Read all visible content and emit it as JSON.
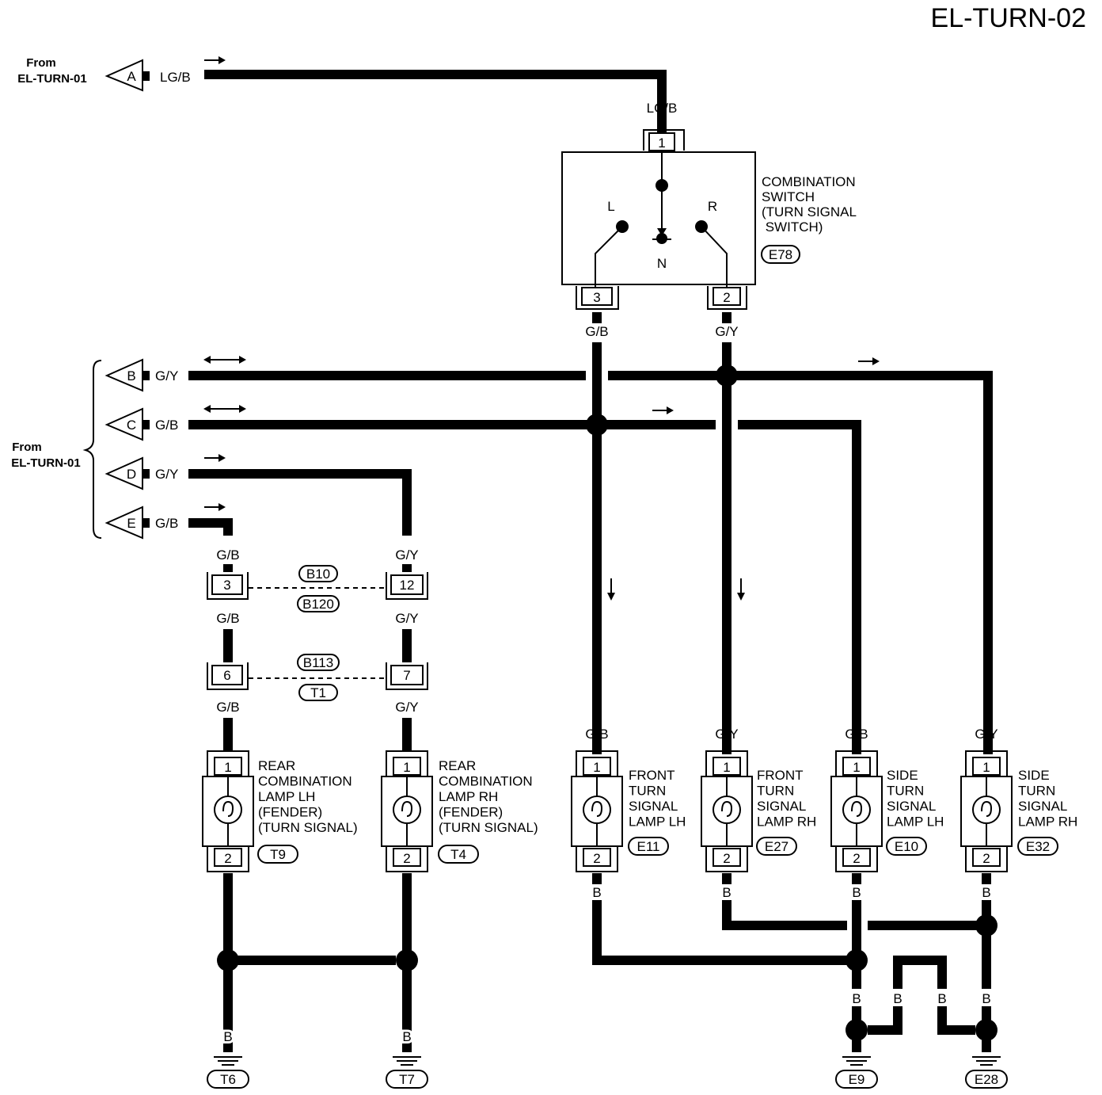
{
  "page_title": "EL-TURN-02",
  "from_label": "From",
  "from_source": "EL-TURN-01",
  "top_connector": {
    "letter": "A",
    "wire": "LG/B"
  },
  "left_connectors": [
    {
      "letter": "B",
      "wire": "G/Y"
    },
    {
      "letter": "C",
      "wire": "G/B"
    },
    {
      "letter": "D",
      "wire": "G/Y"
    },
    {
      "letter": "E",
      "wire": "G/B"
    }
  ],
  "switch": {
    "name_lines": [
      "COMBINATION",
      "SWITCH",
      "(TURN SIGNAL",
      " SWITCH)"
    ],
    "connector_id": "E78",
    "pin_in": "1",
    "pin_left": "3",
    "pin_right": "2",
    "wire_in": "LG/B",
    "wire_left": "G/B",
    "wire_right": "G/Y",
    "pos_l": "L",
    "pos_r": "R",
    "pos_n": "N"
  },
  "joints": [
    {
      "pins": [
        "3",
        "12"
      ],
      "ids": [
        "B10",
        "B120"
      ],
      "wire_above": [
        "G/B",
        "G/Y"
      ],
      "wire_below": [
        "G/B",
        "G/Y"
      ]
    },
    {
      "pins": [
        "6",
        "7"
      ],
      "ids": [
        "B113",
        "T1"
      ],
      "wire_below": [
        "G/B",
        "G/Y"
      ]
    }
  ],
  "lamps": [
    {
      "name_lines": [
        "REAR",
        "COMBINATION",
        "LAMP LH",
        "(FENDER)",
        "(TURN SIGNAL)"
      ],
      "connector_id": "T9",
      "wire_in": "G/B",
      "wire_out": "B",
      "pin_top": "1",
      "pin_bottom": "2"
    },
    {
      "name_lines": [
        "REAR",
        "COMBINATION",
        "LAMP RH",
        "(FENDER)",
        "(TURN SIGNAL)"
      ],
      "connector_id": "T4",
      "wire_in": "G/Y",
      "wire_out": "B",
      "pin_top": "1",
      "pin_bottom": "2"
    },
    {
      "name_lines": [
        "FRONT",
        "TURN",
        "SIGNAL",
        "LAMP LH"
      ],
      "connector_id": "E11",
      "wire_in": "G/B",
      "wire_out": "B",
      "pin_top": "1",
      "pin_bottom": "2"
    },
    {
      "name_lines": [
        "FRONT",
        "TURN",
        "SIGNAL",
        "LAMP RH"
      ],
      "connector_id": "E27",
      "wire_in": "G/Y",
      "wire_out": "B",
      "pin_top": "1",
      "pin_bottom": "2"
    },
    {
      "name_lines": [
        "SIDE",
        "TURN",
        "SIGNAL",
        "LAMP LH"
      ],
      "connector_id": "E10",
      "wire_in": "G/B",
      "wire_out": "B",
      "pin_top": "1",
      "pin_bottom": "2"
    },
    {
      "name_lines": [
        "SIDE",
        "TURN",
        "SIGNAL",
        "LAMP RH"
      ],
      "connector_id": "E32",
      "wire_in": "G/Y",
      "wire_out": "B",
      "pin_top": "1",
      "pin_bottom": "2"
    }
  ],
  "grounds": [
    {
      "id": "T6",
      "wire": "B"
    },
    {
      "id": "T7",
      "wire": "B"
    },
    {
      "id": "E9",
      "wire": "B"
    },
    {
      "id": "E28",
      "wire": "B"
    }
  ],
  "ground_link_wires": [
    "B",
    "B"
  ]
}
